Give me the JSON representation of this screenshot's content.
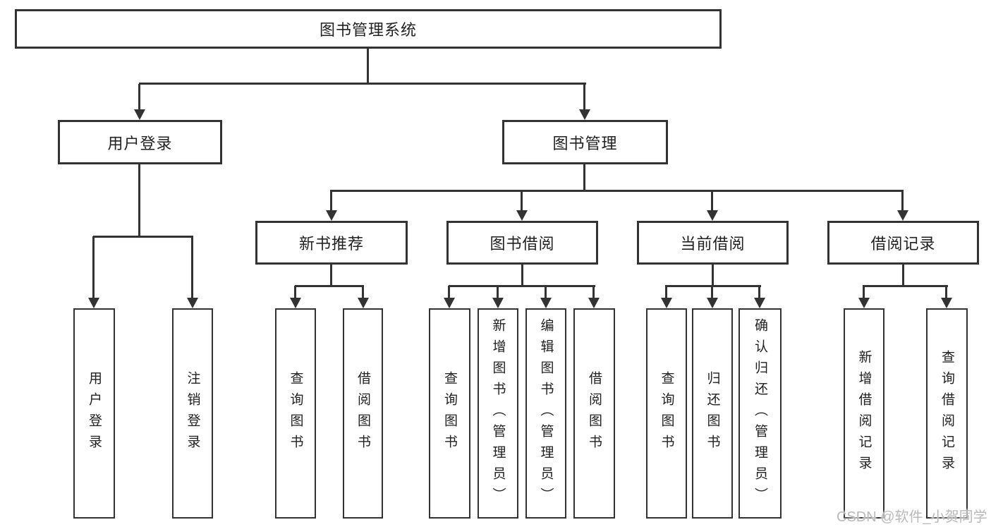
{
  "diagram": {
    "root": {
      "label": "图书管理系统"
    },
    "branches": [
      {
        "label": "用户登录",
        "children": [
          {
            "label": "用户登录"
          },
          {
            "label": "注销登录"
          }
        ]
      },
      {
        "label": "图书管理",
        "children": [
          {
            "label": "新书推荐",
            "children": [
              {
                "label": "查询图书"
              },
              {
                "label": "借阅图书"
              }
            ]
          },
          {
            "label": "图书借阅",
            "children": [
              {
                "label": "查询图书"
              },
              {
                "label": "新增图书（管理员）"
              },
              {
                "label": "编辑图书（管理员）"
              },
              {
                "label": "借阅图书"
              }
            ]
          },
          {
            "label": "当前借阅",
            "children": [
              {
                "label": "查询图书"
              },
              {
                "label": "归还图书"
              },
              {
                "label": "确认归还（管理员）"
              }
            ]
          },
          {
            "label": "借阅记录",
            "children": [
              {
                "label": "新增借阅记录"
              },
              {
                "label": "查询借阅记录"
              }
            ]
          }
        ]
      }
    ]
  },
  "watermark": {
    "text": "CSDN @软件_小贺同学"
  },
  "colors": {
    "line": "#333333",
    "text": "#212121",
    "watermark": "#b9b9b9",
    "background": "#ffffff"
  }
}
